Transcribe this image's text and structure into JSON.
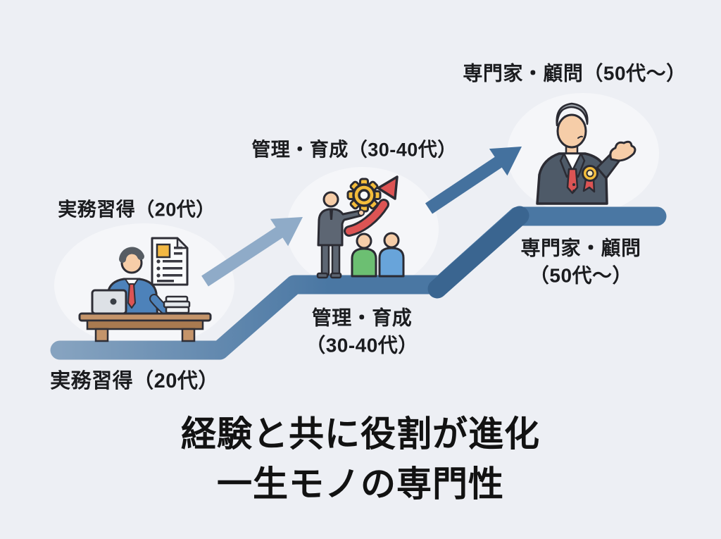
{
  "title": {
    "line1": "経験と共に役割が進化",
    "line2": "一生モノの専門性"
  },
  "stages": [
    {
      "id": "stage-1",
      "top_label": "実務習得（20代）",
      "bottom_label": "実務習得（20代）",
      "illustration": "worker-at-desk"
    },
    {
      "id": "stage-2",
      "top_label": "管理・育成（30-40代）",
      "bottom_label_line1": "管理・育成",
      "bottom_label_line2": "（30-40代）",
      "illustration": "manager-training-team"
    },
    {
      "id": "stage-3",
      "top_label": "専門家・顧問（50代〜）",
      "bottom_label_line1": "専門家・顧問",
      "bottom_label_line2": "（50代〜）",
      "illustration": "senior-consultant"
    }
  ],
  "icons": [
    "up-arrow-icon",
    "gear-icon",
    "growth-arrow-icon",
    "document-icon",
    "laptop-icon",
    "award-badge-icon"
  ],
  "colors": {
    "bg": "#edeff4",
    "text": "#1b1c1f",
    "title_text": "#121212",
    "path_light": "#86a3c0",
    "path_main": "#4a77a3",
    "path_dark": "#3a6590",
    "arrow_light": "#8fabc8",
    "arrow_dark": "#44719e",
    "outline": "#2b2b33",
    "skin": "#f6cda8",
    "accent_red": "#dc5454",
    "gear_gold": "#f4bd3b",
    "doc_orange": "#f2b844",
    "green_person": "#6cbf72",
    "blue_person": "#68a4da",
    "shirt_blue": "#4d82ba",
    "suit_gray": "#5d6673",
    "suit_dark": "#4e5a68",
    "hair_dark": "#565c63",
    "hair_gray": "#9ba1a8",
    "laptop_gray": "#dde1e6",
    "desk_brown": "#c4946a",
    "desk_dark": "#a97a50",
    "paper_white": "#fafbfc"
  }
}
